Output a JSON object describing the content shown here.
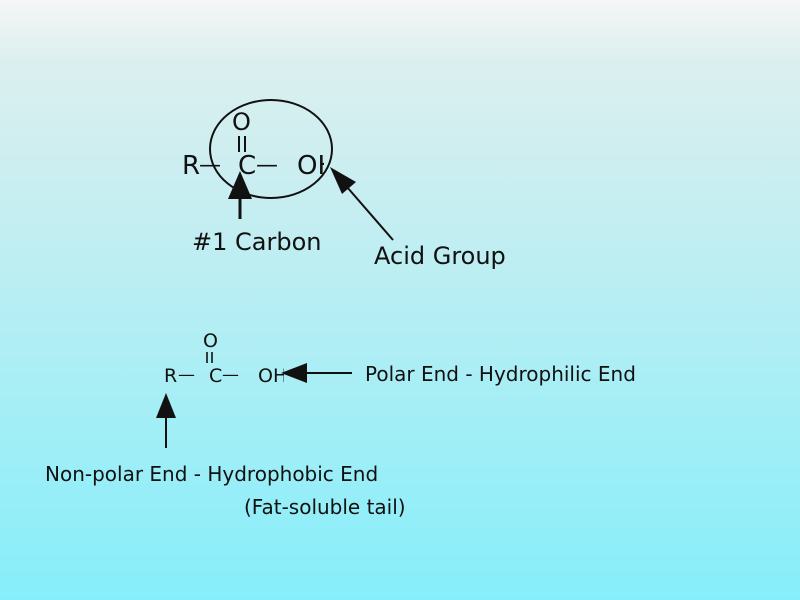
{
  "top": {
    "oxygen": "O",
    "r": "R",
    "dash_r": "—",
    "carbon": "C",
    "dash_c": "—",
    "oh": "OH",
    "carbon_label": "#1 Carbon",
    "acid_label": "Acid Group"
  },
  "bottom": {
    "oxygen": "O",
    "r": "R",
    "dash_r": "—",
    "carbon": "C",
    "dash_c": "—",
    "oh": "OH",
    "polar_label": "Polar End - Hydrophilic End",
    "nonpolar_label": "Non-polar End - Hydrophobic End",
    "nonpolar_sub": "(Fat-soluble tail)"
  }
}
